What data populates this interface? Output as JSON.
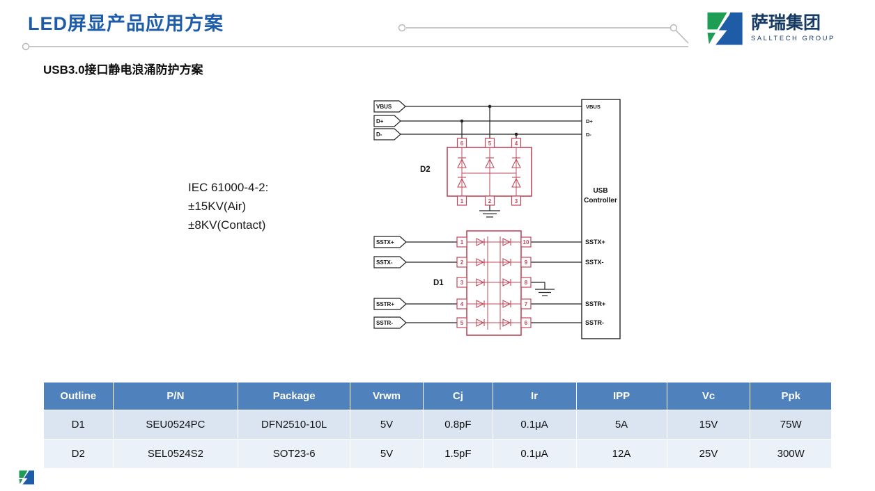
{
  "page": {
    "title": "LED屏显产品应用方案",
    "subtitle": "USB3.0接口静电浪涌防护方案"
  },
  "logo": {
    "name_cn": "萨瑞集团",
    "name_en": "SALLTECH GROUP"
  },
  "colors": {
    "title_blue": "#1c5ca8",
    "component_red": "#c0485a",
    "table_header_blue": "#4f81bd",
    "table_row_light": "#dbe5f1",
    "table_row_lighter": "#eaf1f8",
    "logo_green": "#1f9d55",
    "logo_blue": "#1f5ca8"
  },
  "iec_note": {
    "line1": "IEC 61000-4-2:",
    "line2": "±15KV(Air)",
    "line3": "±8KV(Contact)"
  },
  "diagram": {
    "left_connectors": [
      "VBUS",
      "D+",
      "D-",
      "SSTX+",
      "SSTX-",
      "SSTR+",
      "SSTR-"
    ],
    "controller": {
      "top_labels": [
        "VBUS",
        "D+",
        "D-"
      ],
      "title_line1": "USB",
      "title_line2": "Controller",
      "side_labels": [
        "SSTX+",
        "SSTX-",
        "SSTR+",
        "SSTR-"
      ]
    },
    "d2": {
      "label": "D2",
      "top_pins": [
        "6",
        "5",
        "4"
      ],
      "bottom_pins": [
        "1",
        "2",
        "3"
      ]
    },
    "d1": {
      "label": "D1",
      "left_pins": [
        "1",
        "2",
        "3",
        "4",
        "5"
      ],
      "right_pins": [
        "10",
        "9",
        "8",
        "7",
        "6"
      ]
    }
  },
  "table": {
    "headers": [
      "Outline",
      "P/N",
      "Package",
      "Vrwm",
      "Cj",
      "Ir",
      "IPP",
      "Vc",
      "Ppk"
    ],
    "rows": [
      [
        "D1",
        "SEU0524PC",
        "DFN2510-10L",
        "5V",
        "0.8pF",
        "0.1μA",
        "5A",
        "15V",
        "75W"
      ],
      [
        "D2",
        "SEL0524S2",
        "SOT23-6",
        "5V",
        "1.5pF",
        "0.1μA",
        "12A",
        "25V",
        "300W"
      ]
    ]
  }
}
